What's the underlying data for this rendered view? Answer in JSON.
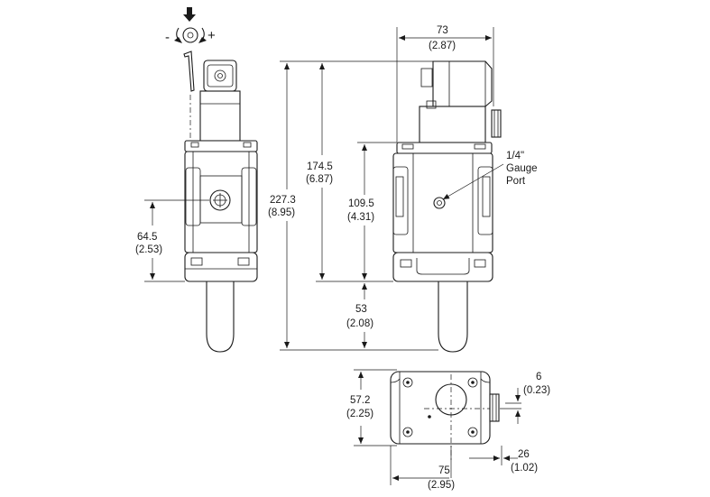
{
  "adjust_symbol": {
    "minus": "-",
    "plus": "+"
  },
  "dimensions": {
    "width_top": {
      "mm": "73",
      "inch": "(2.87)"
    },
    "height_body": {
      "mm": "174.5",
      "inch": "(6.87)"
    },
    "height_total": {
      "mm": "227.3",
      "inch": "(8.95)"
    },
    "height_port": {
      "mm": "109.5",
      "inch": "(4.31)"
    },
    "height_bowl": {
      "mm": "53",
      "inch": "(2.08)"
    },
    "height_side": {
      "mm": "64.5",
      "inch": "(2.53)"
    },
    "depth_base": {
      "mm": "57.2",
      "inch": "(2.25)"
    },
    "width_base": {
      "mm": "75",
      "inch": "(2.95)"
    },
    "offset_small": {
      "mm": "6",
      "inch": "(0.23)"
    },
    "offset_conn": {
      "mm": "26",
      "inch": "(1.02)"
    }
  },
  "callout": {
    "line1": "1/4\"",
    "line2": "Gauge",
    "line3": "Port"
  }
}
